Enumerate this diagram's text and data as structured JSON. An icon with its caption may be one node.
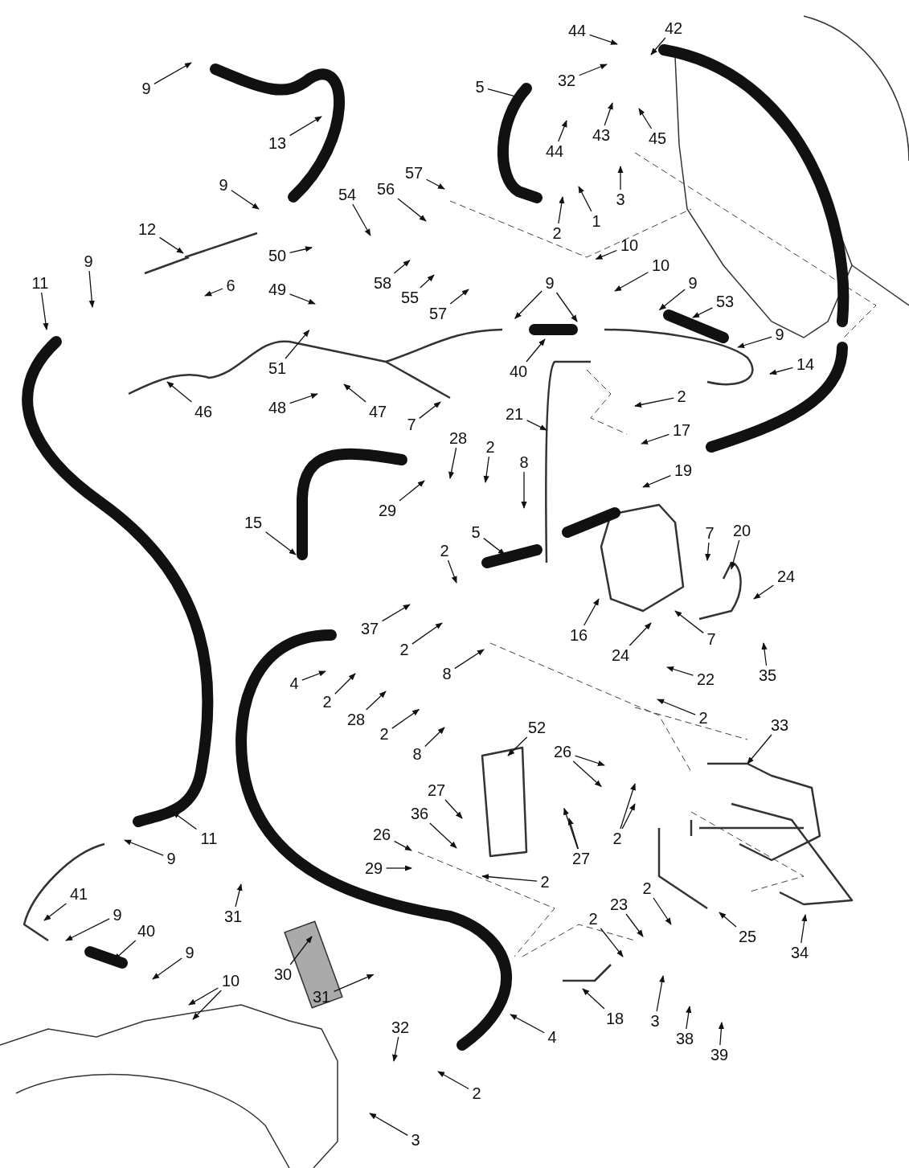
{
  "diagram": {
    "nodes": [
      {
        "text": [
          "44"
        ]
      },
      {
        "text": [
          "42"
        ]
      },
      {
        "text": [
          "32"
        ]
      },
      {
        "text": [
          "5"
        ]
      },
      {
        "text": [
          "44"
        ]
      },
      {
        "text": [
          "43"
        ]
      },
      {
        "text": [
          "45"
        ]
      },
      {
        "text": [
          "3"
        ]
      },
      {
        "text": [
          "1"
        ]
      },
      {
        "text": [
          "2"
        ]
      },
      {
        "text": [
          "9"
        ]
      },
      {
        "text": [
          "13"
        ]
      },
      {
        "text": [
          "9"
        ]
      },
      {
        "text": [
          "57"
        ]
      },
      {
        "text": [
          "56"
        ]
      },
      {
        "text": [
          "54"
        ]
      },
      {
        "text": [
          "12"
        ]
      },
      {
        "text": [
          "50"
        ]
      },
      {
        "text": [
          "49"
        ]
      },
      {
        "text": [
          "58"
        ]
      },
      {
        "text": [
          "55"
        ]
      },
      {
        "text": [
          "57"
        ]
      },
      {
        "text": [
          "9"
        ]
      },
      {
        "text": [
          "11"
        ]
      },
      {
        "text": [
          "6"
        ]
      },
      {
        "text": [
          "10"
        ]
      },
      {
        "text": [
          "10"
        ]
      },
      {
        "text": [
          "9"
        ]
      },
      {
        "text": [
          "53"
        ]
      },
      {
        "text": [
          "9"
        ]
      },
      {
        "text": [
          "9"
        ]
      },
      {
        "text": [
          "51"
        ]
      },
      {
        "text": [
          "40"
        ]
      },
      {
        "text": [
          "14"
        ]
      },
      {
        "text": [
          "46"
        ]
      },
      {
        "text": [
          "48"
        ]
      },
      {
        "text": [
          "47"
        ]
      },
      {
        "text": [
          "7"
        ]
      },
      {
        "text": [
          "21"
        ]
      },
      {
        "text": [
          "2"
        ]
      },
      {
        "text": [
          "17"
        ]
      },
      {
        "text": [
          "19"
        ]
      },
      {
        "text": [
          "28"
        ]
      },
      {
        "text": [
          "2"
        ]
      },
      {
        "text": [
          "8"
        ]
      },
      {
        "text": [
          "29"
        ]
      },
      {
        "text": [
          "15"
        ]
      },
      {
        "text": [
          "5"
        ]
      },
      {
        "text": [
          "2"
        ]
      },
      {
        "text": [
          "7"
        ]
      },
      {
        "text": [
          "20"
        ]
      },
      {
        "text": [
          "24"
        ]
      },
      {
        "text": [
          "37"
        ]
      },
      {
        "text": [
          "2"
        ]
      },
      {
        "text": [
          "16"
        ]
      },
      {
        "text": [
          "24"
        ]
      },
      {
        "text": [
          "7"
        ]
      },
      {
        "text": [
          "22"
        ]
      },
      {
        "text": [
          "35"
        ]
      },
      {
        "text": [
          "2"
        ]
      },
      {
        "text": [
          "8"
        ]
      },
      {
        "text": [
          "4"
        ]
      },
      {
        "text": [
          "2"
        ]
      },
      {
        "text": [
          "28"
        ]
      },
      {
        "text": [
          "2"
        ]
      },
      {
        "text": [
          "8"
        ]
      },
      {
        "text": [
          "33"
        ]
      },
      {
        "text": [
          "52"
        ]
      },
      {
        "text": [
          "26"
        ]
      },
      {
        "text": [
          "27"
        ]
      },
      {
        "text": [
          "36"
        ]
      },
      {
        "text": [
          "26"
        ]
      },
      {
        "text": [
          "2"
        ]
      },
      {
        "text": [
          "27"
        ]
      },
      {
        "text": [
          "29"
        ]
      },
      {
        "text": [
          "2"
        ]
      },
      {
        "text": [
          "9"
        ]
      },
      {
        "text": [
          "11"
        ]
      },
      {
        "text": [
          "41"
        ]
      },
      {
        "text": [
          "9"
        ]
      },
      {
        "text": [
          "40"
        ]
      },
      {
        "text": [
          "9"
        ]
      },
      {
        "text": [
          "10"
        ]
      },
      {
        "text": [
          "31"
        ]
      },
      {
        "text": [
          "30"
        ]
      },
      {
        "text": [
          "31"
        ]
      },
      {
        "text": [
          "2"
        ]
      },
      {
        "text": [
          "23"
        ]
      },
      {
        "text": [
          "25"
        ]
      },
      {
        "text": [
          "34"
        ]
      },
      {
        "text": [
          "2"
        ]
      },
      {
        "text": [
          "18"
        ]
      },
      {
        "text": [
          "3"
        ]
      },
      {
        "text": [
          "38"
        ]
      },
      {
        "text": [
          "39"
        ]
      },
      {
        "text": [
          "4"
        ]
      },
      {
        "text": [
          "32"
        ]
      },
      {
        "text": [
          "2"
        ]
      },
      {
        "text": [
          "3"
        ]
      }
    ],
    "edges": [
      {
        "from": 0,
        "to": null,
        "arrow": "to"
      },
      {
        "from": 1,
        "to": null,
        "arrow": "to"
      },
      {
        "from": 2,
        "to": null,
        "arrow": "to"
      },
      {
        "from": 3,
        "to": null,
        "arrow": "to"
      },
      {
        "from": 4,
        "to": null,
        "arrow": "to"
      },
      {
        "from": 5,
        "to": null,
        "arrow": "to"
      },
      {
        "from": 6,
        "to": null,
        "arrow": "to"
      },
      {
        "from": 7,
        "to": null,
        "arrow": "to"
      },
      {
        "from": 8,
        "to": null,
        "arrow": "to"
      },
      {
        "from": 9,
        "to": null,
        "arrow": "to"
      },
      {
        "from": 10,
        "to": null,
        "arrow": "to"
      },
      {
        "from": 11,
        "to": null,
        "arrow": "to"
      },
      {
        "from": 12,
        "to": null,
        "arrow": "to"
      },
      {
        "from": 13,
        "to": null,
        "arrow": "to"
      },
      {
        "from": 14,
        "to": null,
        "arrow": "to"
      },
      {
        "from": 15,
        "to": null,
        "arrow": "to"
      },
      {
        "from": 16,
        "to": null,
        "arrow": "to"
      },
      {
        "from": 17,
        "to": null,
        "arrow": "to"
      },
      {
        "from": 18,
        "to": null,
        "arrow": "to"
      },
      {
        "from": 19,
        "to": null,
        "arrow": "to"
      },
      {
        "from": 20,
        "to": null,
        "arrow": "to"
      },
      {
        "from": 21,
        "to": null,
        "arrow": "to"
      },
      {
        "from": 22,
        "to": null,
        "arrow": "to"
      },
      {
        "from": 23,
        "to": null,
        "arrow": "to"
      },
      {
        "from": 24,
        "to": null,
        "arrow": "to"
      },
      {
        "from": 25,
        "to": null,
        "arrow": "to"
      },
      {
        "from": 26,
        "to": null,
        "arrow": "to"
      },
      {
        "from": 27,
        "to": null,
        "arrow": "to"
      },
      {
        "from": 28,
        "to": null,
        "arrow": "to"
      },
      {
        "from": 29,
        "to": null,
        "arrow": "to"
      },
      {
        "from": 29,
        "to": null,
        "arrow": "to"
      },
      {
        "from": 30,
        "to": null,
        "arrow": "to"
      },
      {
        "from": 31,
        "to": null,
        "arrow": "to"
      },
      {
        "from": 32,
        "to": null,
        "arrow": "to"
      },
      {
        "from": 33,
        "to": null,
        "arrow": "to"
      },
      {
        "from": 34,
        "to": null,
        "arrow": "to"
      },
      {
        "from": 35,
        "to": null,
        "arrow": "to"
      },
      {
        "from": 36,
        "to": null,
        "arrow": "to"
      },
      {
        "from": 37,
        "to": null,
        "arrow": "to"
      },
      {
        "from": 38,
        "to": null,
        "arrow": "to"
      },
      {
        "from": 39,
        "to": null,
        "arrow": "to"
      },
      {
        "from": 40,
        "to": null,
        "arrow": "to"
      },
      {
        "from": 41,
        "to": null,
        "arrow": "to"
      },
      {
        "from": 42,
        "to": null,
        "arrow": "to"
      },
      {
        "from": 43,
        "to": null,
        "arrow": "to"
      },
      {
        "from": 44,
        "to": null,
        "arrow": "to"
      },
      {
        "from": 45,
        "to": null,
        "arrow": "to"
      },
      {
        "from": 46,
        "to": null,
        "arrow": "to"
      },
      {
        "from": 47,
        "to": null,
        "arrow": "to"
      },
      {
        "from": 48,
        "to": null,
        "arrow": "to"
      },
      {
        "from": 49,
        "to": null,
        "arrow": "to"
      },
      {
        "from": 50,
        "to": null,
        "arrow": "to"
      },
      {
        "from": 51,
        "to": null,
        "arrow": "to"
      },
      {
        "from": 52,
        "to": null,
        "arrow": "to"
      },
      {
        "from": 53,
        "to": null,
        "arrow": "to"
      },
      {
        "from": 54,
        "to": null,
        "arrow": "to"
      },
      {
        "from": 55,
        "to": null,
        "arrow": "to"
      },
      {
        "from": 56,
        "to": null,
        "arrow": "to"
      },
      {
        "from": 57,
        "to": null,
        "arrow": "to"
      },
      {
        "from": 58,
        "to": null,
        "arrow": "to"
      },
      {
        "from": 59,
        "to": null,
        "arrow": "to"
      },
      {
        "from": 60,
        "to": null,
        "arrow": "to"
      },
      {
        "from": 61,
        "to": null,
        "arrow": "to"
      },
      {
        "from": 62,
        "to": null,
        "arrow": "to"
      },
      {
        "from": 63,
        "to": null,
        "arrow": "to"
      },
      {
        "from": 64,
        "to": null,
        "arrow": "to"
      },
      {
        "from": 65,
        "to": null,
        "arrow": "to"
      },
      {
        "from": 66,
        "to": null,
        "arrow": "to"
      },
      {
        "from": 67,
        "to": null,
        "arrow": "to"
      },
      {
        "from": 68,
        "to": null,
        "arrow": "to"
      },
      {
        "from": 68,
        "to": null,
        "arrow": "to"
      },
      {
        "from": 69,
        "to": null,
        "arrow": "to"
      },
      {
        "from": 70,
        "to": null,
        "arrow": "to"
      },
      {
        "from": 71,
        "to": null,
        "arrow": "to"
      },
      {
        "from": 72,
        "to": null,
        "arrow": "to"
      },
      {
        "from": 72,
        "to": null,
        "arrow": "to"
      },
      {
        "from": 73,
        "to": null,
        "arrow": "to"
      },
      {
        "from": 73,
        "to": null,
        "arrow": "to"
      },
      {
        "from": 74,
        "to": null,
        "arrow": "to"
      },
      {
        "from": 75,
        "to": null,
        "arrow": "to"
      },
      {
        "from": 76,
        "to": null,
        "arrow": "to"
      },
      {
        "from": 77,
        "to": null,
        "arrow": "to"
      },
      {
        "from": 78,
        "to": null,
        "arrow": "to"
      },
      {
        "from": 79,
        "to": null,
        "arrow": "to"
      },
      {
        "from": 80,
        "to": null,
        "arrow": "to"
      },
      {
        "from": 81,
        "to": null,
        "arrow": "to"
      },
      {
        "from": 82,
        "to": null,
        "arrow": "to"
      },
      {
        "from": 82,
        "to": null,
        "arrow": "to"
      },
      {
        "from": 83,
        "to": null,
        "arrow": "to"
      },
      {
        "from": 84,
        "to": null,
        "arrow": "to"
      },
      {
        "from": 85,
        "to": null,
        "arrow": "to"
      },
      {
        "from": 86,
        "to": null,
        "arrow": "to"
      },
      {
        "from": 87,
        "to": null,
        "arrow": "to"
      },
      {
        "from": 88,
        "to": null,
        "arrow": "to"
      },
      {
        "from": 89,
        "to": null,
        "arrow": "to"
      },
      {
        "from": 90,
        "to": null,
        "arrow": "to"
      },
      {
        "from": 91,
        "to": null,
        "arrow": "to"
      },
      {
        "from": 92,
        "to": null,
        "arrow": "to"
      },
      {
        "from": 93,
        "to": null,
        "arrow": "to"
      },
      {
        "from": 94,
        "to": null,
        "arrow": "to"
      },
      {
        "from": 95,
        "to": null,
        "arrow": "to"
      },
      {
        "from": 96,
        "to": null,
        "arrow": "to"
      },
      {
        "from": 97,
        "to": null,
        "arrow": "to"
      },
      {
        "from": 98,
        "to": null,
        "arrow": "to"
      }
    ]
  }
}
